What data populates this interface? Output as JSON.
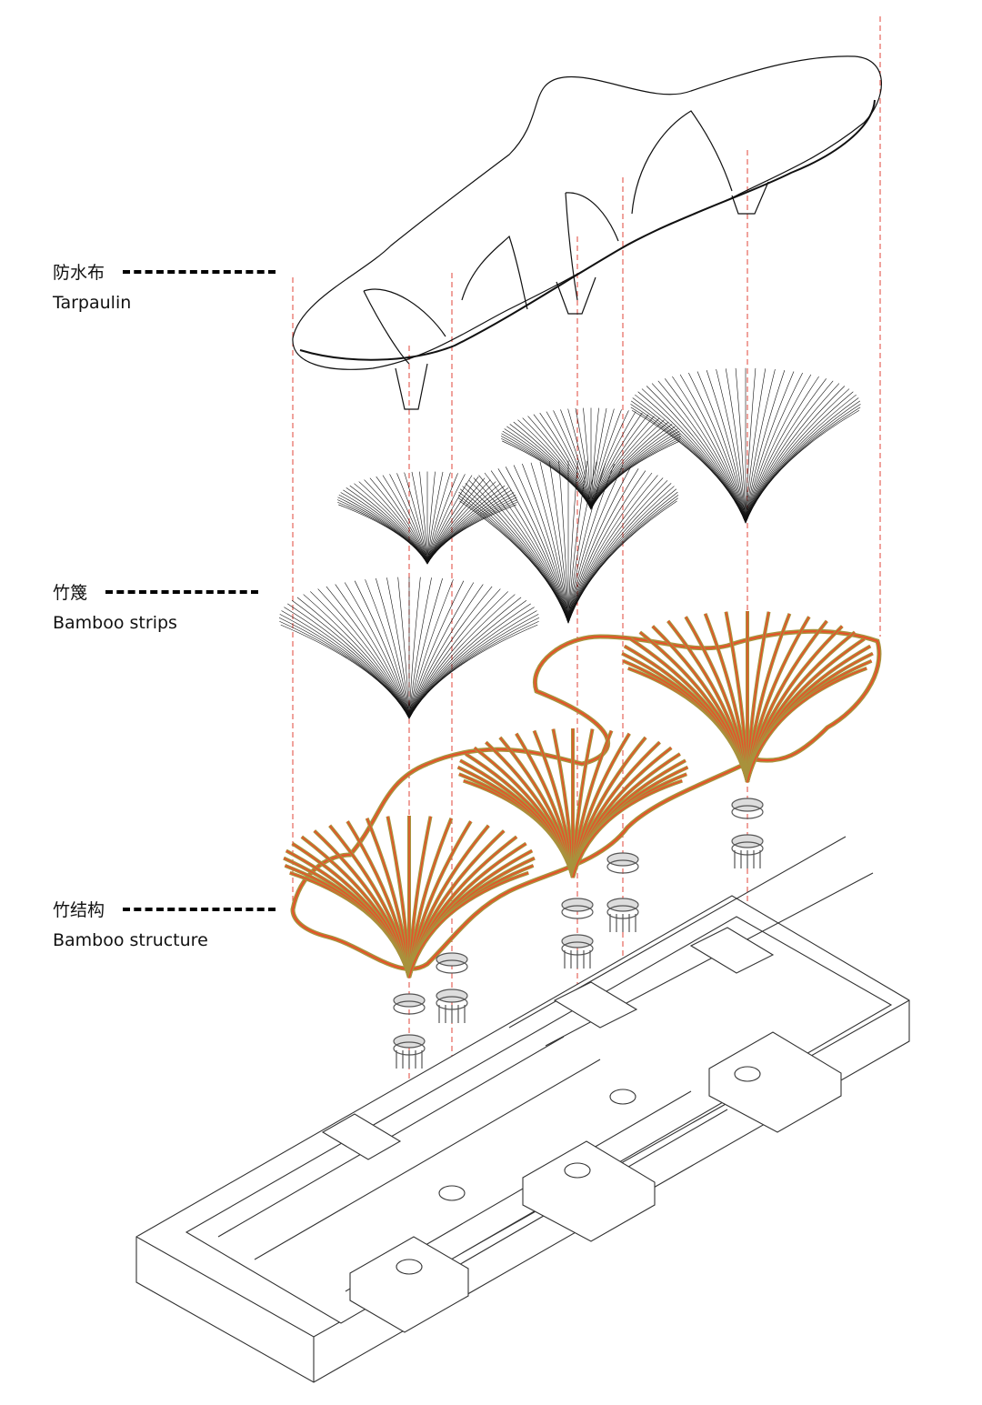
{
  "layers": [
    {
      "cn": "防水布",
      "en": "Tarpaulin"
    },
    {
      "cn": "竹篾",
      "en": "Bamboo strips"
    },
    {
      "cn": "竹结构",
      "en": "Bamboo structure"
    }
  ],
  "colors": {
    "line": "#111111",
    "guide": "#e0443a",
    "structure_red": "#e8502a",
    "structure_olive": "#a8923c",
    "base": "#444444"
  }
}
